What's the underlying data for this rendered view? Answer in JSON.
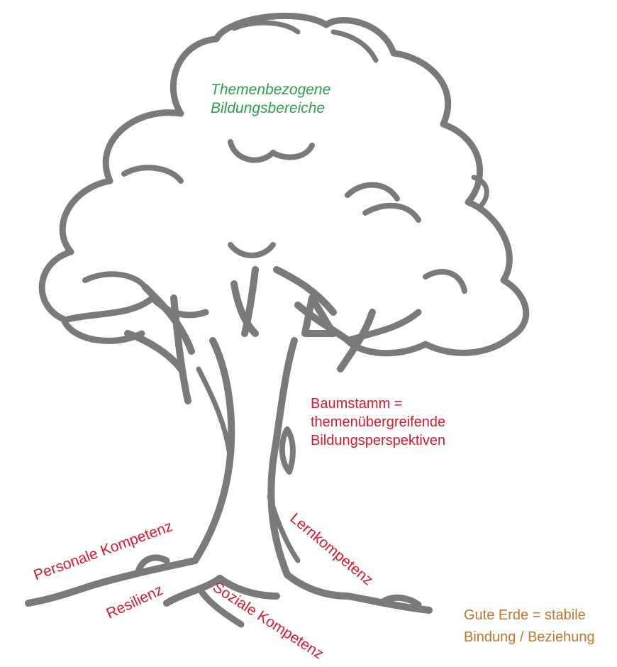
{
  "colors": {
    "outline": "#7a7a7a",
    "green_text": "#2e9e4f",
    "red_text": "#e0162b",
    "orange_text": "#c0752b"
  },
  "crown": {
    "lines": [
      "Themenbezogene",
      "Bildungsbereiche"
    ]
  },
  "trunk": {
    "lines": [
      "Baumstamm =",
      "themenübergreifende",
      "Bildungsperspektiven"
    ]
  },
  "roots": {
    "personal": "Personale Kompetenz",
    "resilienz": "Resilienz",
    "sozial": "Soziale Kompetenz",
    "lern": "Lernkompetenz"
  },
  "soil": {
    "lines": [
      "Gute Erde = stabile",
      "Bindung / Beziehung"
    ]
  }
}
